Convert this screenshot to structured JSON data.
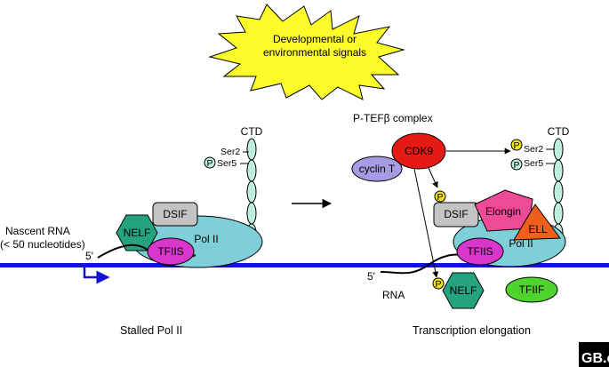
{
  "signal_burst": {
    "line1": "Developmental or",
    "line2": "environmental signals"
  },
  "left_panel": {
    "caption": "Stalled Pol II",
    "nascent_rna": {
      "line1": "Nascent RNA",
      "line2": "(< 50 nucleotides)"
    },
    "five_prime": "5'",
    "ctd": "CTD",
    "ser2": "Ser2",
    "ser5": "Ser5",
    "phospho": "P",
    "pol2": "Pol II",
    "dsif": "DSIF",
    "nelf": "NELF",
    "tfiis": "TFIIS"
  },
  "right_panel": {
    "caption": "Transcription elongation",
    "complex_title": "P-TEFβ complex",
    "cdk9": "CDK9",
    "cyclin_t": "cyclin T",
    "ctd": "CTD",
    "ser2": "Ser2",
    "ser5": "Ser5",
    "phospho": "P",
    "dsif": "DSIF",
    "elongin": "Elongin",
    "ell": "ELL",
    "pol2": "Pol II",
    "tfiis": "TFIIS",
    "nelf": "NELF",
    "tfiif": "TFIIF",
    "five_prime": "5'",
    "rna": "RNA"
  },
  "logo": {
    "text": "GB.c"
  },
  "colors": {
    "burst": "#fcfc2a",
    "dna": "#1313d6",
    "pol2": "#7fcfd8",
    "nelf": "#25a37e",
    "tfiis": "#d936cc",
    "dsif": "#c4c4c4",
    "cdk9": "#e61a14",
    "cyclin_t": "#a79ce3",
    "elongin": "#ee4a95",
    "ell": "#f0601d",
    "tfiif": "#4ed42c",
    "phospho_yellow": "#f2e41c",
    "phospho_mint": "#bfeee0",
    "ctd_bead": "#bfeee0"
  }
}
